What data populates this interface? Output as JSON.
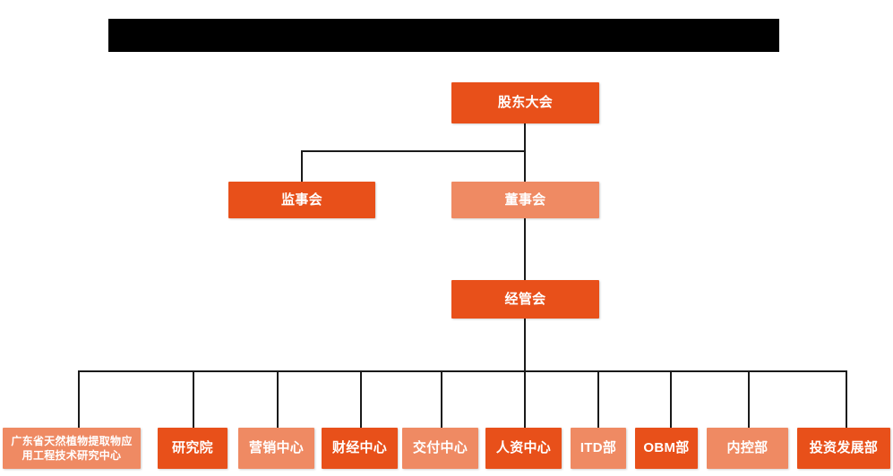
{
  "chart_data": {
    "type": "diagram",
    "diagram_type": "organization-chart",
    "title": "",
    "orientation": "top-down",
    "colors": {
      "primary_dark": "#E8501A",
      "primary_light": "#EF8A63",
      "connector": "#1a1a1a",
      "redaction": "#000000",
      "text": "#FFFFFF",
      "background": "#FFFFFF"
    },
    "levels": [
      {
        "level": 1,
        "nodes": [
          "股东大会"
        ]
      },
      {
        "level": 2,
        "nodes": [
          "监事会",
          "董事会"
        ]
      },
      {
        "level": 3,
        "nodes": [
          "经管会"
        ]
      },
      {
        "level": 4,
        "nodes": [
          "广东省天然植物提取物应用工程技术研究中心",
          "研究院",
          "营销中心",
          "财经中心",
          "交付中心",
          "人资中心",
          "ITD部",
          "OBM部",
          "内控部",
          "投资发展部"
        ]
      }
    ],
    "edges": [
      {
        "from": "股东大会",
        "to": "监事会"
      },
      {
        "from": "股东大会",
        "to": "董事会"
      },
      {
        "from": "董事会",
        "to": "经管会"
      },
      {
        "from": "经管会",
        "to": "广东省天然植物提取物应用工程技术研究中心"
      },
      {
        "from": "经管会",
        "to": "研究院"
      },
      {
        "from": "经管会",
        "to": "营销中心"
      },
      {
        "from": "经管会",
        "to": "财经中心"
      },
      {
        "from": "经管会",
        "to": "交付中心"
      },
      {
        "from": "经管会",
        "to": "人资中心"
      },
      {
        "from": "经管会",
        "to": "ITD部"
      },
      {
        "from": "经管会",
        "to": "OBM部"
      },
      {
        "from": "经管会",
        "to": "内控部"
      },
      {
        "from": "经管会",
        "to": "投资发展部"
      }
    ]
  },
  "header": {
    "redacted_title": ""
  },
  "nodes": {
    "shareholders_meeting": {
      "label": "股东大会"
    },
    "board_of_supervisors": {
      "label": "监事会"
    },
    "board_of_directors": {
      "label": "董事会"
    },
    "management_committee": {
      "label": "经管会"
    },
    "research_center": {
      "label": "广东省天然植物提取物应\n用工程技术研究中心"
    },
    "research_institute": {
      "label": "研究院"
    },
    "marketing_center": {
      "label": "营销中心"
    },
    "finance_center": {
      "label": "财经中心"
    },
    "delivery_center": {
      "label": "交付中心"
    },
    "hr_center": {
      "label": "人资中心"
    },
    "itd_dept": {
      "label": "ITD部"
    },
    "obm_dept": {
      "label": "OBM部"
    },
    "internal_control_dept": {
      "label": "内控部"
    },
    "investment_dev_dept": {
      "label": "投资发展部"
    }
  }
}
